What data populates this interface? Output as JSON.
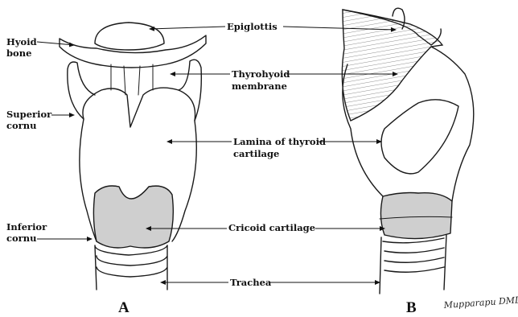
{
  "labels": {
    "epiglottis": "Epiglottis",
    "hyoid_line1": "Hyoid",
    "hyoid_line2": "bone",
    "thyrohyoid_line1": "Thyrohyoid",
    "thyrohyoid_line2": "membrane",
    "superior_line1": "Superior",
    "superior_line2": "cornu",
    "lamina_line1": "Lamina of thyroid",
    "lamina_line2": "cartilage",
    "inferior_line1": "Inferior",
    "inferior_line2": "cornu",
    "cricoid": "Cricoid cartilage",
    "trachea": "Trachea"
  },
  "views": {
    "a": "A",
    "b": "B"
  },
  "signature": "Mupparapu DMD"
}
